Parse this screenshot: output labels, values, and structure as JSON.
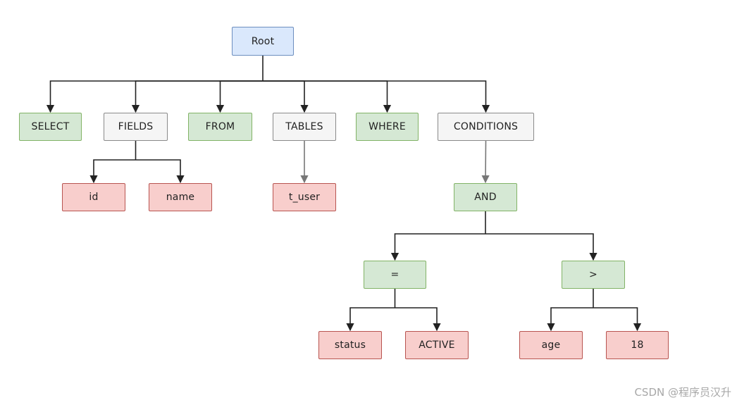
{
  "diagram": {
    "nodes": {
      "root": "Root",
      "select": "SELECT",
      "fields": "FIELDS",
      "from": "FROM",
      "tables": "TABLES",
      "where": "WHERE",
      "conditions": "CONDITIONS",
      "id": "id",
      "name": "name",
      "t_user": "t_user",
      "and": "AND",
      "eq": "=",
      "gt": ">",
      "status": "status",
      "active": "ACTIVE",
      "age": "age",
      "eighteen": "18"
    },
    "edges": [
      [
        "root",
        "select"
      ],
      [
        "root",
        "fields"
      ],
      [
        "root",
        "from"
      ],
      [
        "root",
        "tables"
      ],
      [
        "root",
        "where"
      ],
      [
        "root",
        "conditions"
      ],
      [
        "fields",
        "id"
      ],
      [
        "fields",
        "name"
      ],
      [
        "tables",
        "t_user"
      ],
      [
        "conditions",
        "and"
      ],
      [
        "and",
        "eq"
      ],
      [
        "and",
        "gt"
      ],
      [
        "eq",
        "status"
      ],
      [
        "eq",
        "active"
      ],
      [
        "gt",
        "age"
      ],
      [
        "gt",
        "eighteen"
      ]
    ],
    "colors": {
      "root_fill": "#dae8fc",
      "root_stroke": "#6c8ebf",
      "keyword_fill": "#d5e8d4",
      "keyword_stroke": "#82b366",
      "container_fill": "#f5f5f5",
      "container_stroke": "#8a8a8a",
      "value_fill": "#f8cecc",
      "value_stroke": "#b85450",
      "edge": "#222222"
    }
  },
  "watermark": "CSDN @程序员汉升"
}
